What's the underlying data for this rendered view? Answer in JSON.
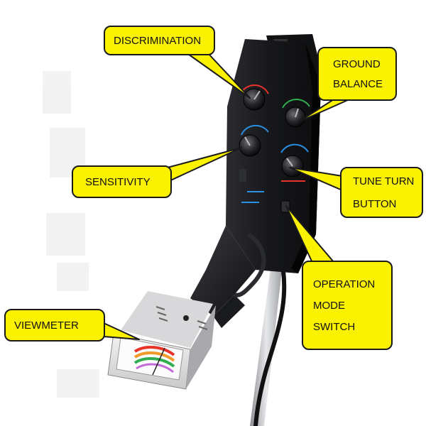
{
  "callouts": {
    "discrimination": {
      "lines": [
        "DISCRIMINATION"
      ]
    },
    "ground_balance": {
      "lines": [
        "GROUND",
        "BALANCE"
      ]
    },
    "sensitivity": {
      "lines": [
        "SENSITIVITY"
      ]
    },
    "tune_turn_button": {
      "lines": [
        "TUNE TURN",
        "BUTTON"
      ]
    },
    "operation_mode_switch": {
      "lines": [
        "OPERATION",
        "MODE",
        "SWITCH"
      ]
    },
    "viewmeter": {
      "lines": [
        "VIEWMETER"
      ]
    }
  },
  "colors": {
    "callout_fill": "#fbf200",
    "callout_border": "#1a1a1a",
    "panel_body": "#1b1c20",
    "knob_red": "#e8322a",
    "knob_green": "#2fae4f",
    "knob_blue": "#2a8fe0"
  }
}
